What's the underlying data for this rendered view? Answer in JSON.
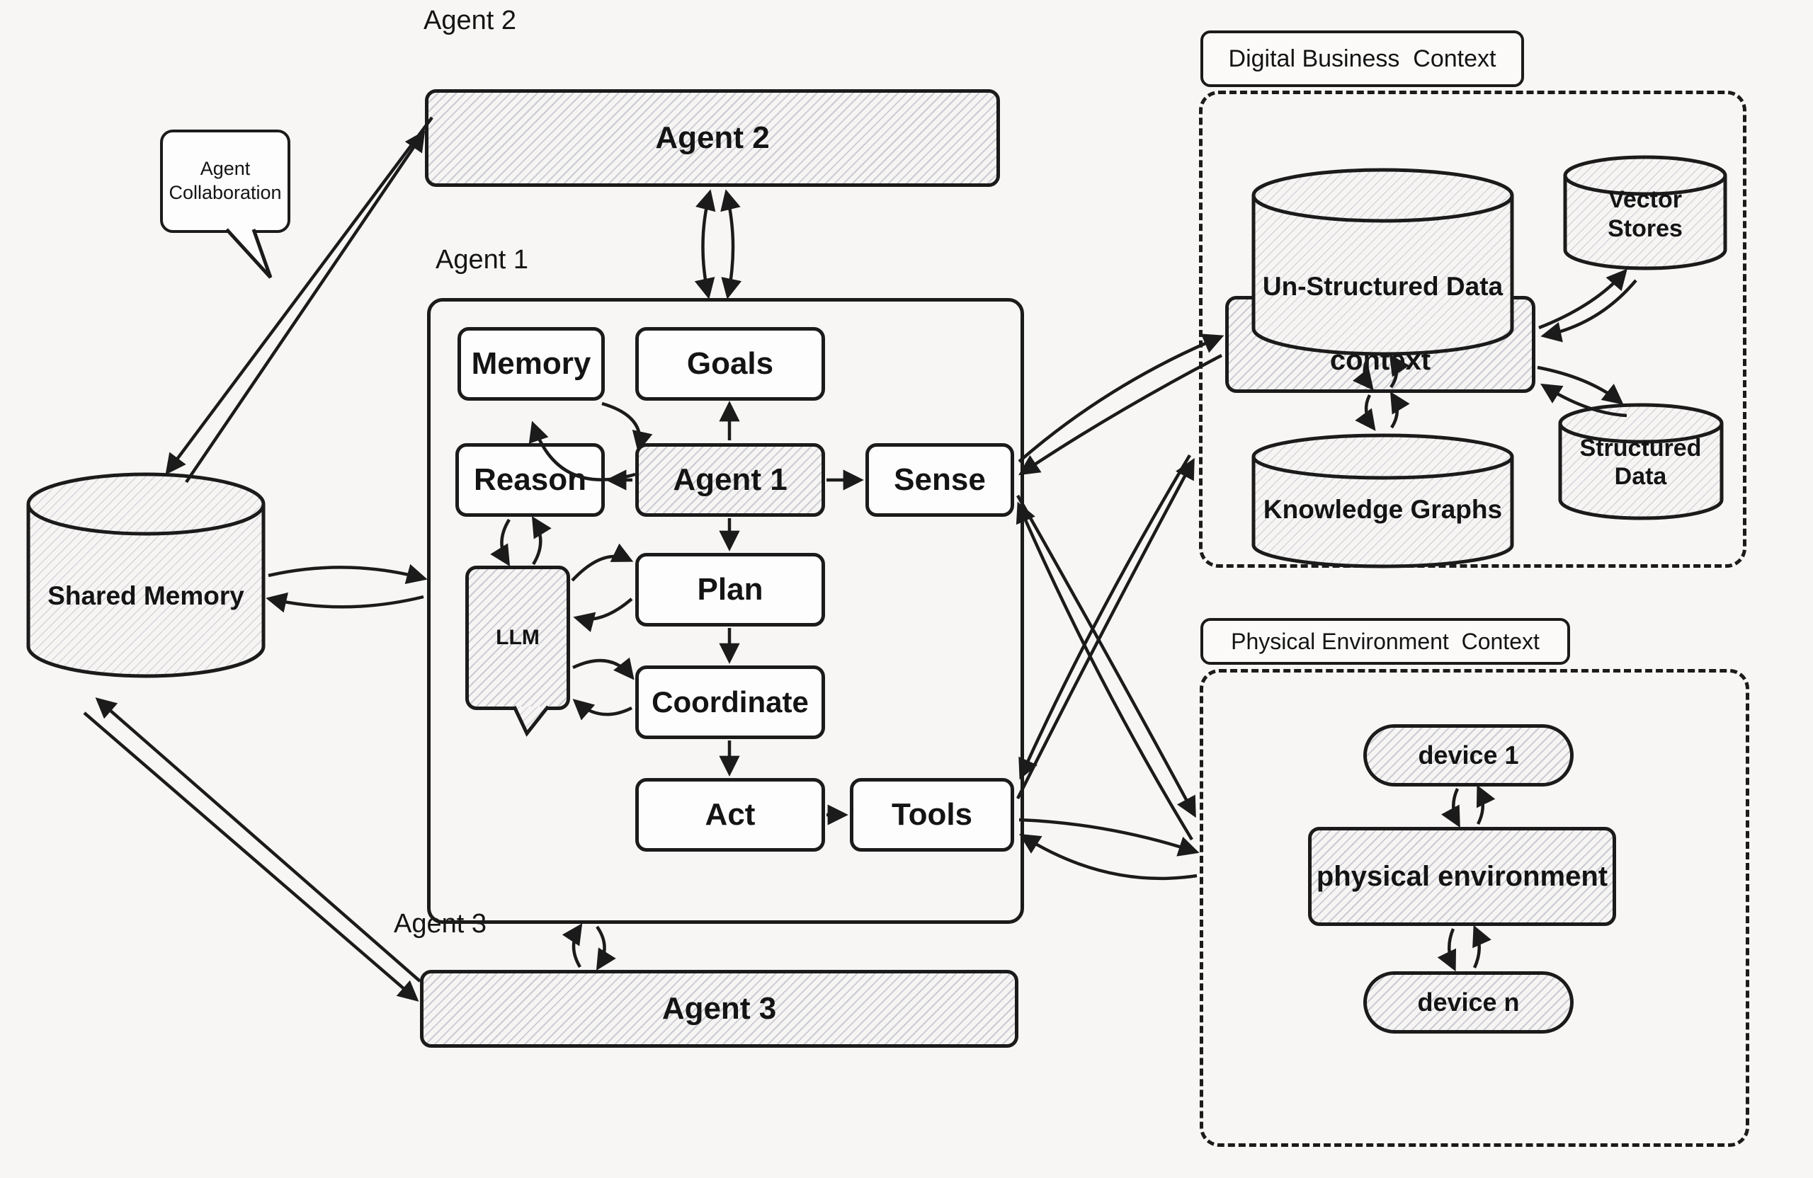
{
  "titles": {
    "agent1": "Agent 1",
    "agent2": "Agent 2",
    "agent3": "Agent 3"
  },
  "bubble": {
    "text": "Agent Collaboration"
  },
  "shared_memory": {
    "label": "Shared Memory"
  },
  "agents": {
    "agent2_box": "Agent 2",
    "agent3_box": "Agent 3"
  },
  "agent1": {
    "memory": "Memory",
    "goals": "Goals",
    "reason": "Reason",
    "agent1": "Agent 1",
    "sense": "Sense",
    "llm": "LLM",
    "plan": "Plan",
    "coordinate": "Coordinate",
    "act": "Act",
    "tools": "Tools"
  },
  "digital_business": {
    "title": "Digital Business  Context",
    "unstructured_data": "Un-Structured Data",
    "vector_stores": "Vector Stores",
    "context_box": "digital business context",
    "knowledge_graphs": "Knowledge Graphs",
    "structured_data": "Structured Data"
  },
  "physical_environment": {
    "title": "Physical Environment  Context",
    "device_1": "device 1",
    "environment_box": "physical environment",
    "device_n": "device n"
  },
  "colors": {
    "stroke": "#1b1b1b",
    "background": "#f7f6f4",
    "box_fill": "#fdfdfd",
    "hatch_line": "#c9c9d2"
  }
}
